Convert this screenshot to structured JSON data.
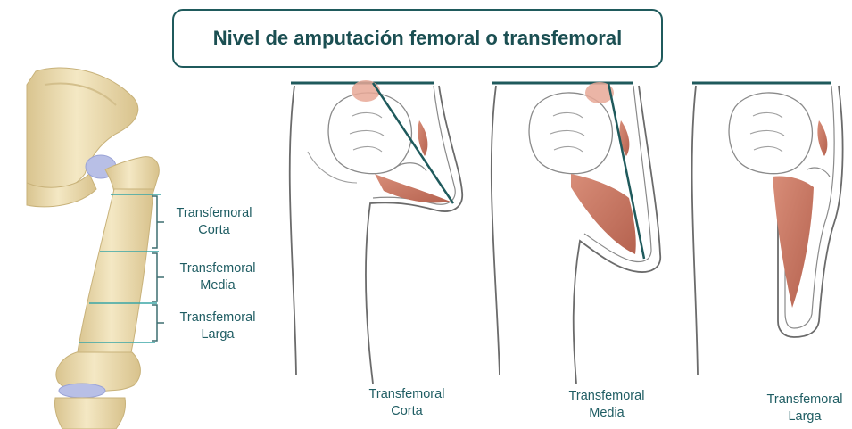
{
  "title": "Nivel de amputación femoral o transfemoral",
  "femur_levels": [
    {
      "line1": "Transfemoral",
      "line2": "Corta"
    },
    {
      "line1": "Transfemoral",
      "line2": "Media"
    },
    {
      "line1": "Transfemoral",
      "line2": "Larga"
    }
  ],
  "stump_views": [
    {
      "line1": "Transfemoral",
      "line2": "Corta"
    },
    {
      "line1": "Transfemoral",
      "line2": "Media"
    },
    {
      "line1": "Transfemoral",
      "line2": "Larga"
    }
  ],
  "colors": {
    "accent": "#1f5a5c",
    "label": "#1f5d63",
    "bone": "#ecdcb0",
    "cartilage": "#b8bfe6",
    "muscle": "#c87a66",
    "outline": "#6b6b6b"
  }
}
